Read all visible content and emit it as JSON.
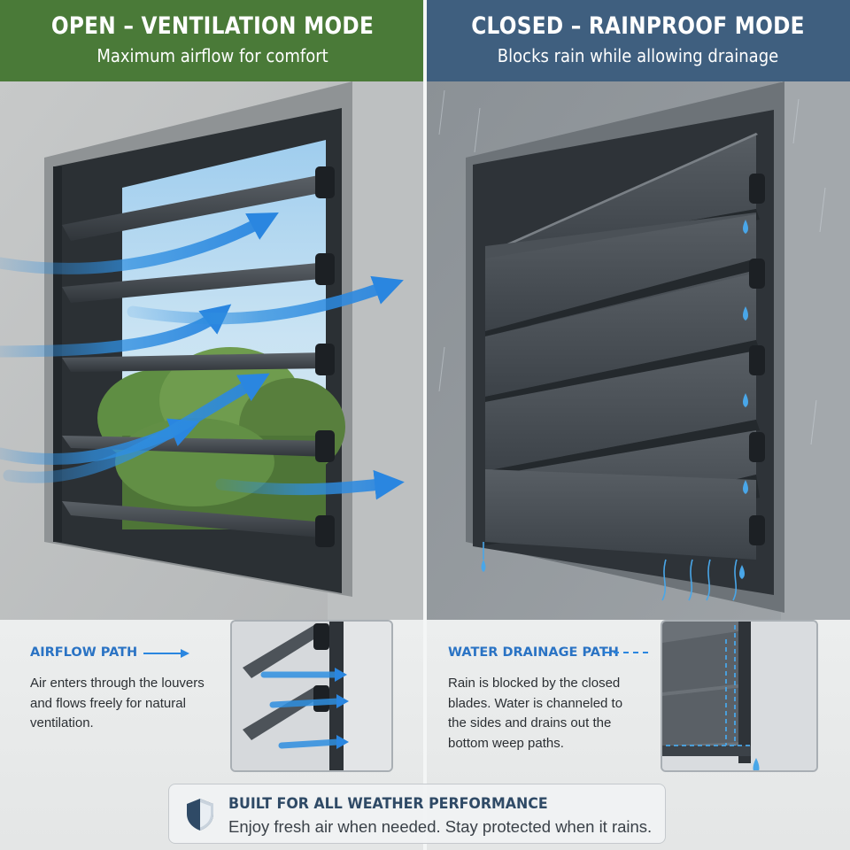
{
  "left_header": {
    "title": "OPEN – VENTILATION MODE",
    "subtitle": "Maximum airflow for comfort",
    "bg_color": "#4a7a38"
  },
  "right_header": {
    "title": "CLOSED – RAINPROOF MODE",
    "subtitle": "Blocks rain while allowing drainage",
    "bg_color": "#3f5f7f"
  },
  "airflow_panel": {
    "label": "AIRFLOW PATH",
    "description": [
      "Air enters through the louvers",
      "and flows freely for natural",
      "ventilation."
    ],
    "accent_color": "#2a73c4"
  },
  "drainage_panel": {
    "label": "WATER DRAINAGE PATH",
    "description": [
      "Rain is blocked by the closed",
      "blades. Water is channeled to",
      "the sides and drains out the",
      "bottom weep paths."
    ],
    "accent_color": "#2a73c4"
  },
  "banner": {
    "title": "BUILT FOR ALL WEATHER PERFORMANCE",
    "text": "Enjoy fresh air when needed. Stay protected when it rains.",
    "icon": "shield-icon"
  },
  "icons": [
    "airflow-arrow-icon",
    "water-drop-icon",
    "shield-icon"
  ]
}
